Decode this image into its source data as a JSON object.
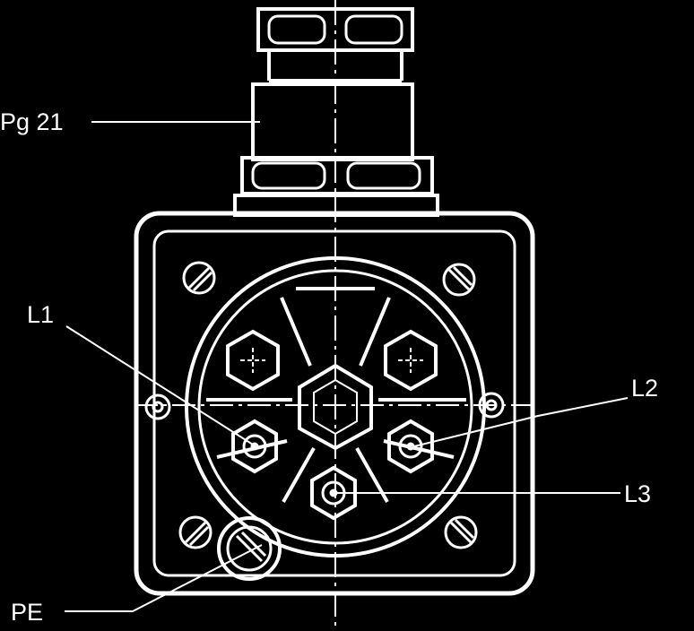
{
  "labels": {
    "pg21": "Pg 21",
    "l1": "L1",
    "l2": "L2",
    "l3": "L3",
    "pe": "PE"
  },
  "colors": {
    "background": "#000000",
    "line": "#ffffff"
  }
}
